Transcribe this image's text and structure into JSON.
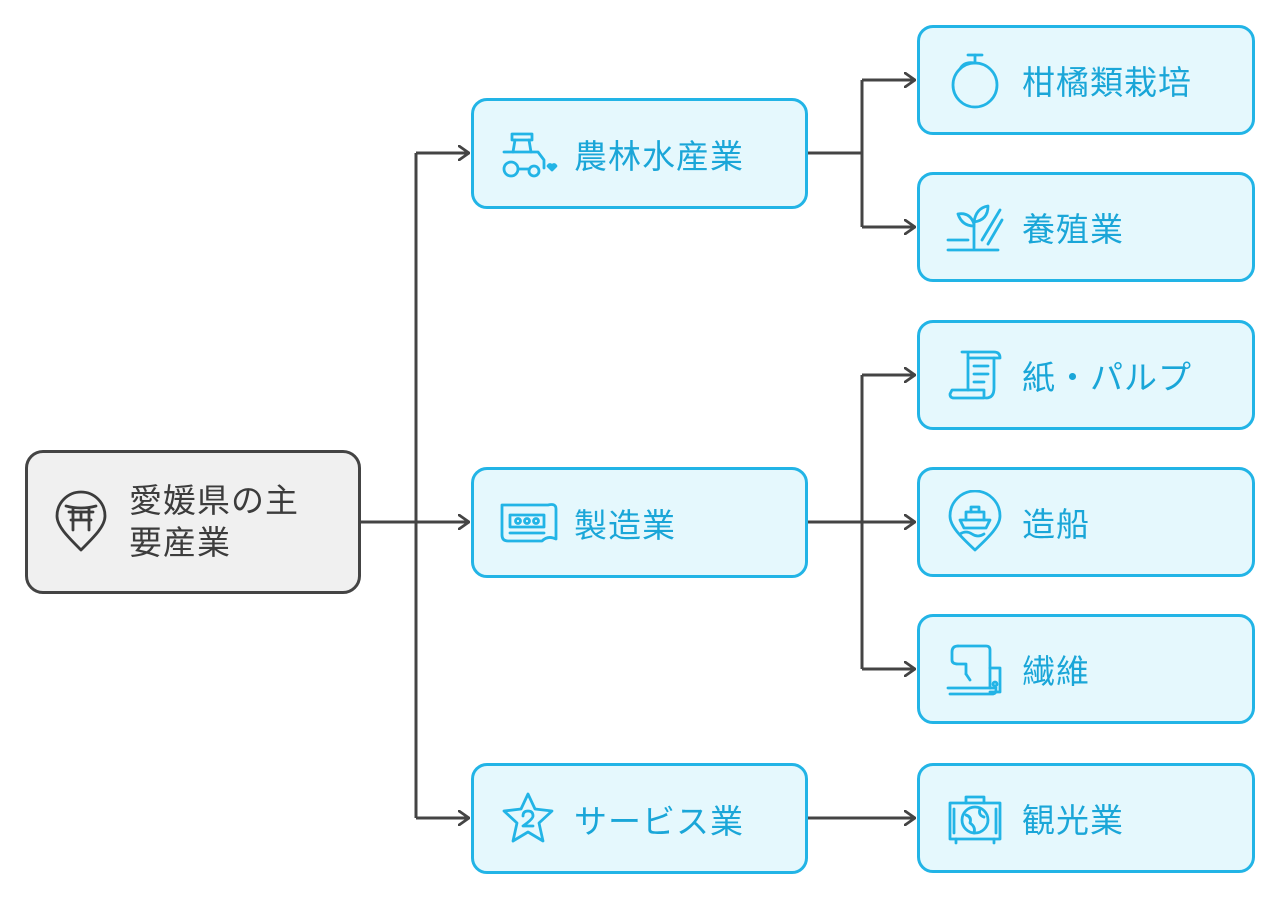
{
  "root": {
    "label": "愛媛県の主要産業",
    "icon": "torii-gate-pin-icon"
  },
  "categories": [
    {
      "label": "農林水産業",
      "icon": "tractor-icon",
      "children": [
        {
          "label": "柑橘類栽培",
          "icon": "citrus-fruit-icon"
        },
        {
          "label": "養殖業",
          "icon": "sprout-icon"
        }
      ]
    },
    {
      "label": "製造業",
      "icon": "factory-conveyor-icon",
      "children": [
        {
          "label": "紙・パルプ",
          "icon": "paper-scroll-icon"
        },
        {
          "label": "造船",
          "icon": "ship-pin-icon"
        },
        {
          "label": "繊維",
          "icon": "sewing-machine-icon"
        }
      ]
    },
    {
      "label": "サービス業",
      "icon": "star-badge-icon",
      "children": [
        {
          "label": "観光業",
          "icon": "suitcase-globe-icon"
        }
      ]
    }
  ],
  "colors": {
    "accent": "#22b4e6",
    "accent_text": "#1aa6d8",
    "node_fill": "#e5f8fd",
    "root_fill": "#f0f0f0",
    "root_border": "#444444",
    "connector": "#444444"
  }
}
